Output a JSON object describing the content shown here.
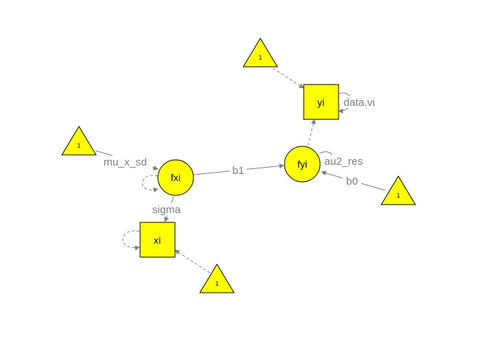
{
  "colors": {
    "node_fill": "#ffff00",
    "edge": "#7f7f7f",
    "label": "#7f7f7f",
    "background": "#ffffff"
  },
  "nodes": {
    "fxi": "fxi",
    "fyi": "fyi",
    "xi": "xi",
    "yi": "yi",
    "const_top": "1",
    "const_left": "1",
    "const_right": "1",
    "const_bottom": "1"
  },
  "edges": {
    "mu_x_sd": "mu_x_sd",
    "b1": "b1",
    "sigma": "sigma",
    "au2_res": "au2_res",
    "b0": "b0",
    "data_vi": "data.vi"
  }
}
